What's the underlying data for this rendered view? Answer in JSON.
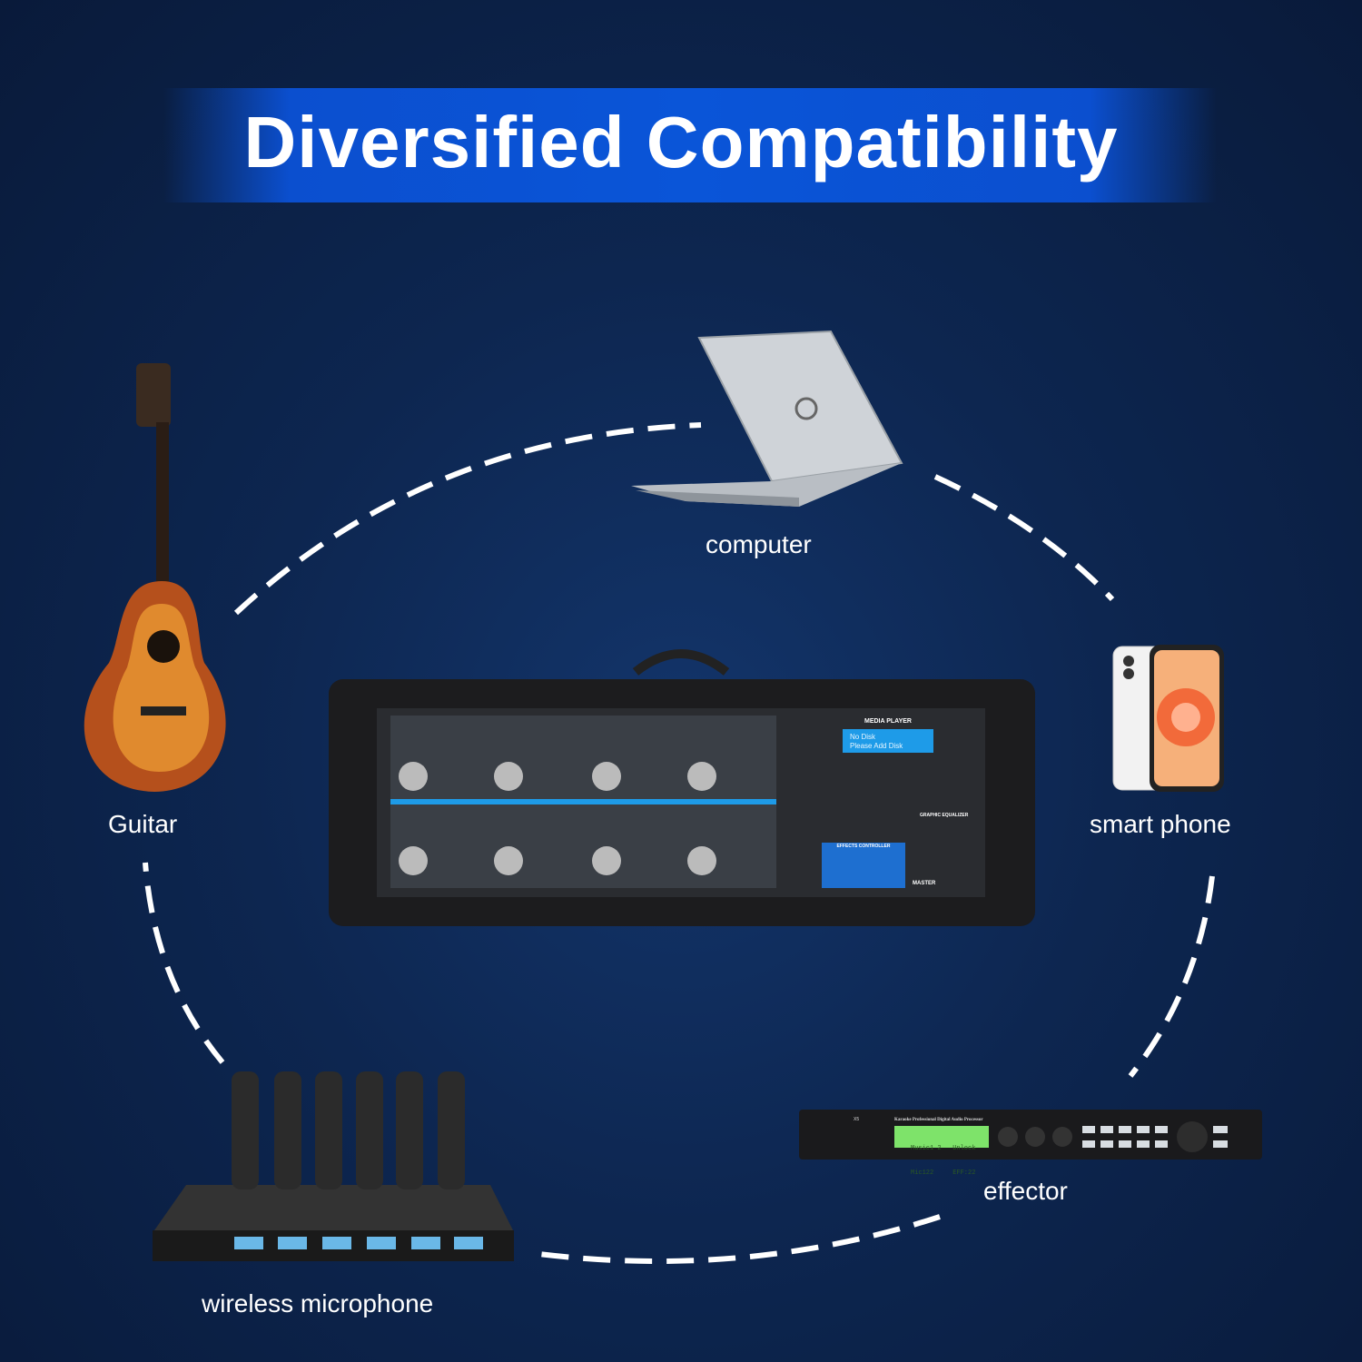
{
  "header": {
    "title": "Diversified Compatibility"
  },
  "devices": {
    "computer": "computer",
    "guitar": "Guitar",
    "smart_phone": "smart phone",
    "wireless_microphone": "wireless microphone",
    "effector": "effector"
  },
  "mixer": {
    "media_player": "MEDIA PLAYER",
    "display_line1": "No Disk",
    "display_line2": "Please Add Disk",
    "effects_controller": "EFFECTS CONTROLLER",
    "graphic_equalizer": "GRAPHIC EQUALIZER",
    "master": "MASTER"
  },
  "effector_panel": {
    "model": "X5",
    "heading": "Karaoke Professional Digital Audio Processor",
    "display_line1": "Music1 2   Unlock",
    "display_line2": "Mic122     EFF:22"
  },
  "colors": {
    "background": "#0d2650",
    "banner": "#0a55d8",
    "accent_display": "#1e9be8",
    "effector_display": "#7ee36a"
  }
}
